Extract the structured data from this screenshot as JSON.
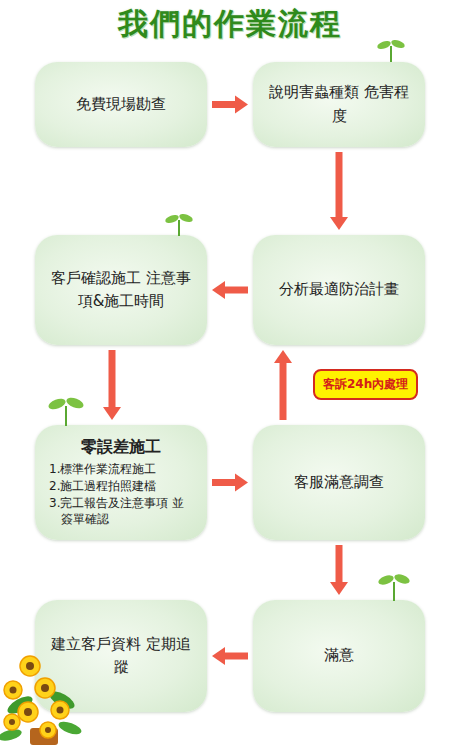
{
  "diagram": {
    "title": "我們的作業流程",
    "nodes": [
      {
        "text": [
          "免費現場勘查"
        ]
      },
      {
        "text": [
          "說明害蟲種類 危害程度"
        ]
      },
      {
        "text": [
          "客戶確認施工 注意事項&施工時間"
        ]
      },
      {
        "text": [
          "分析最適防治計畫"
        ]
      },
      {
        "text": [
          "零誤差施工",
          "1.標準作業流程施工",
          "2.施工過程拍照建檔",
          "3.完工報告及注意事項 並簽單確認"
        ]
      },
      {
        "text": [
          "客服滿意調查"
        ]
      },
      {
        "text": [
          "建立客戶資料 定期追蹤"
        ]
      },
      {
        "text": [
          "滿意"
        ]
      }
    ],
    "edges": [
      {
        "from": 0,
        "to": 1,
        "arrow": "to"
      },
      {
        "from": 1,
        "to": 3,
        "arrow": "to"
      },
      {
        "from": 3,
        "to": 2,
        "arrow": "to"
      },
      {
        "from": 2,
        "to": 4,
        "arrow": "to"
      },
      {
        "from": 4,
        "to": 5,
        "arrow": "to"
      },
      {
        "from": 5,
        "to": 7,
        "arrow": "to"
      },
      {
        "from": 7,
        "to": 6,
        "arrow": "to"
      },
      {
        "from": 5,
        "to": 3,
        "label": "客訴24h內處理",
        "arrow": "to"
      }
    ]
  }
}
